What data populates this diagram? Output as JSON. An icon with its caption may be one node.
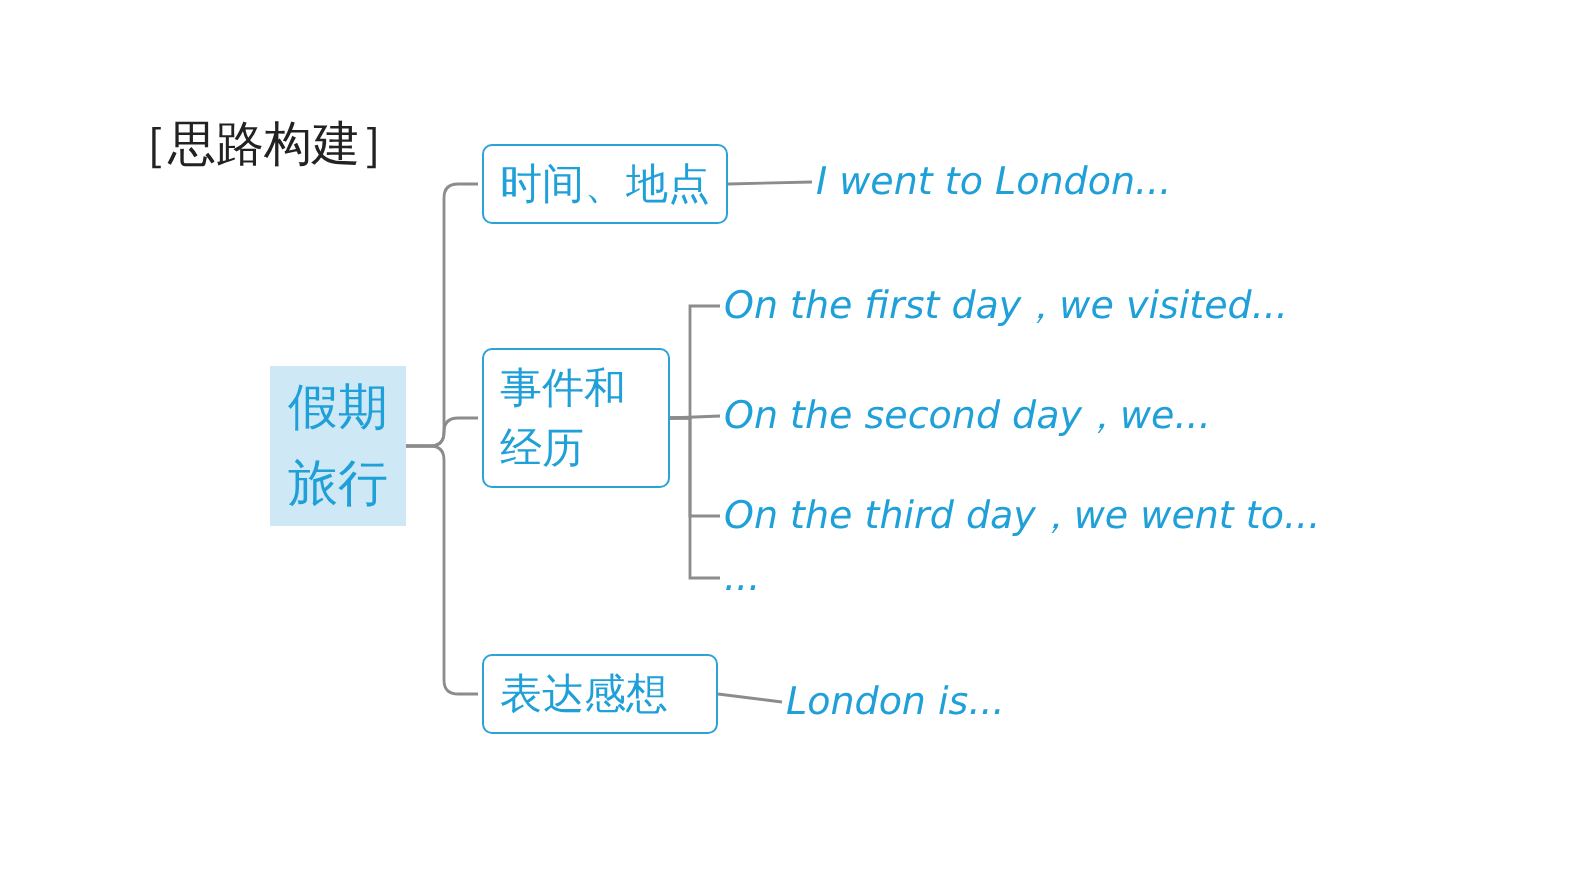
{
  "diagram": {
    "title": "［思路构建］",
    "nodes": [
      {
        "text": [
          "假期旅行"
        ]
      },
      {
        "text": [
          "时间、地点"
        ]
      },
      {
        "text": [
          "事件和经历"
        ]
      },
      {
        "text": [
          "表达感想"
        ]
      },
      {
        "text": [
          "I went to London..."
        ]
      },
      {
        "text": [
          "On the first day，we visited..."
        ]
      },
      {
        "text": [
          "On the second day，we..."
        ]
      },
      {
        "text": [
          "On the third day，we went to..."
        ]
      },
      {
        "text": [
          "..."
        ]
      },
      {
        "text": [
          "London is..."
        ]
      }
    ],
    "edges": [
      {
        "from": 0,
        "to": 1,
        "arrow": "none"
      },
      {
        "from": 0,
        "to": 2,
        "arrow": "none"
      },
      {
        "from": 0,
        "to": 3,
        "arrow": "none"
      },
      {
        "from": 1,
        "to": 4,
        "arrow": "none"
      },
      {
        "from": 2,
        "to": 5,
        "arrow": "none"
      },
      {
        "from": 2,
        "to": 6,
        "arrow": "none"
      },
      {
        "from": 2,
        "to": 7,
        "arrow": "none"
      },
      {
        "from": 2,
        "to": 8,
        "arrow": "none"
      },
      {
        "from": 3,
        "to": 9,
        "arrow": "none"
      }
    ]
  }
}
